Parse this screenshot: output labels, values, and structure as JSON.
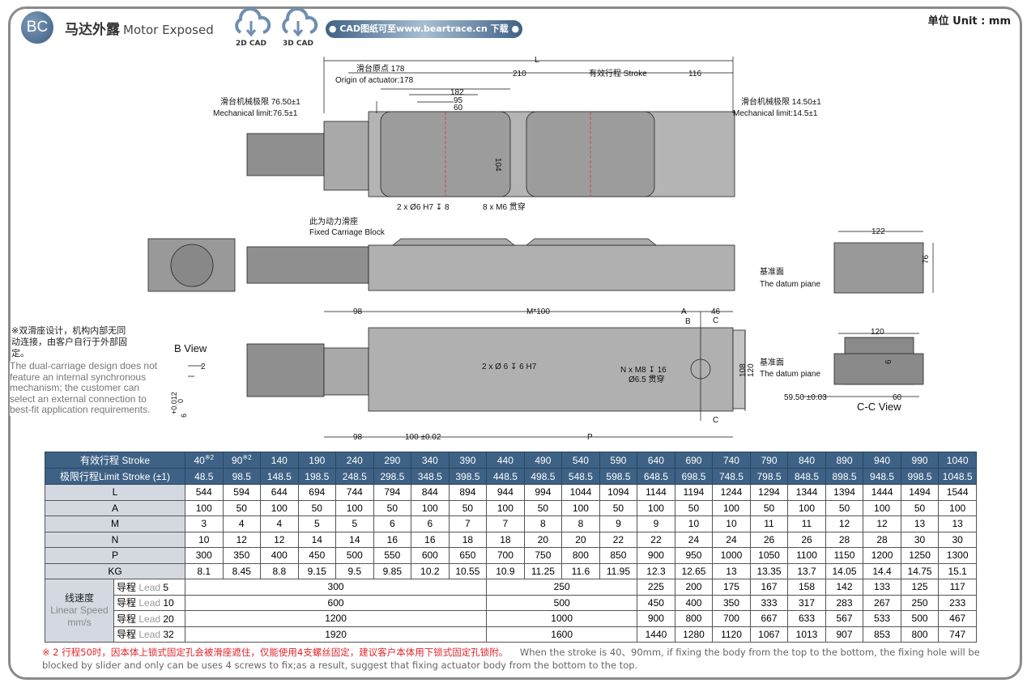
{
  "header": {
    "badge": "BC",
    "title_cn": "马达外露",
    "title_en": "Motor Exposed",
    "cad2d": "2D CAD",
    "cad3d": "3D CAD",
    "cad_link": "● CAD图纸可至www.beartrace.cn 下载 ●",
    "unit": "单位 Unit : mm"
  },
  "drawing": {
    "L": "L",
    "origin_cn": "滑台原点 178",
    "origin_en": "Origin of actuator:178",
    "d210": "210",
    "stroke": "有效行程 Stroke",
    "d116": "116",
    "d182": "182",
    "d95": "95",
    "d60": "60",
    "d104": "104",
    "mech_left_cn": "滑台机械极限 76.50±1",
    "mech_left_en": "Mechanical limit:76.5±1",
    "mech_right_cn": "滑台机械极限 14.50±1",
    "mech_right_en": "Mechanical limit:14.5±1",
    "pin": "2 x Ø6 H7 ↧ 8",
    "screw": "8 x M6 贯穿",
    "fixed_cn": "此为动力滑座",
    "fixed_en": "Fixed Carriage Block",
    "d122": "122",
    "d76": "76",
    "datum_cn": "基准面",
    "datum_en": "The datum piane",
    "d98a": "98",
    "m100": "M*100",
    "A": "A",
    "d46": "46",
    "B": "B",
    "C": "C",
    "pin2": "2 x Ø 6 ↧ 6 H7",
    "nm8": "N x M8 ↧ 16",
    "nm8b": "Ø6.5 贯穿",
    "d108": "108",
    "d120": "120",
    "d98b": "98",
    "d100": "100 ±0.02",
    "P": "P",
    "d120b": "120",
    "d5950": "59.50 ±0.03",
    "d60b": "60",
    "d6": "6",
    "ccview": "C-C View",
    "bview": "B View",
    "b2": "2",
    "btol": "+0.012",
    "b0": "0",
    "b6": "6"
  },
  "note_cn": "※双滑座设计，机构内部无同动连接，由客户自行于外部固定。",
  "note_en": "The dual-carriage design does not feature an internal synchronous mechanism; the customer can select an external connection to best-fit application requirements.",
  "table": {
    "stroke_label": "有效行程  Stroke",
    "strokes": [
      "40",
      "90",
      "140",
      "190",
      "240",
      "290",
      "340",
      "390",
      "440",
      "490",
      "540",
      "590",
      "640",
      "690",
      "740",
      "790",
      "840",
      "890",
      "940",
      "990",
      "1040"
    ],
    "stroke_sup": "※2",
    "limit_label": "极限行程Limit Stroke (±1)",
    "limit": [
      "48.5",
      "98.5",
      "148.5",
      "198.5",
      "248.5",
      "298.5",
      "348.5",
      "398.5",
      "448.5",
      "498.5",
      "548.5",
      "598.5",
      "648.5",
      "698.5",
      "748.5",
      "798.5",
      "848.5",
      "898.5",
      "948.5",
      "998.5",
      "1048.5"
    ],
    "rows": [
      {
        "label": "L",
        "values": [
          "544",
          "594",
          "644",
          "694",
          "744",
          "794",
          "844",
          "894",
          "944",
          "994",
          "1044",
          "1094",
          "1144",
          "1194",
          "1244",
          "1294",
          "1344",
          "1394",
          "1444",
          "1494",
          "1544"
        ]
      },
      {
        "label": "A",
        "values": [
          "100",
          "50",
          "100",
          "50",
          "100",
          "50",
          "100",
          "50",
          "100",
          "50",
          "100",
          "50",
          "100",
          "50",
          "100",
          "50",
          "100",
          "50",
          "100",
          "50",
          "100"
        ]
      },
      {
        "label": "M",
        "values": [
          "3",
          "4",
          "4",
          "5",
          "5",
          "6",
          "6",
          "7",
          "7",
          "8",
          "8",
          "9",
          "9",
          "10",
          "10",
          "11",
          "11",
          "12",
          "12",
          "13",
          "13"
        ]
      },
      {
        "label": "N",
        "values": [
          "10",
          "12",
          "12",
          "14",
          "14",
          "16",
          "16",
          "18",
          "18",
          "20",
          "20",
          "22",
          "22",
          "24",
          "24",
          "26",
          "26",
          "28",
          "28",
          "30",
          "30"
        ]
      },
      {
        "label": "P",
        "values": [
          "300",
          "350",
          "400",
          "450",
          "500",
          "550",
          "600",
          "650",
          "700",
          "750",
          "800",
          "850",
          "900",
          "950",
          "1000",
          "1050",
          "1100",
          "1150",
          "1200",
          "1250",
          "1300"
        ]
      },
      {
        "label": "KG",
        "values": [
          "8.1",
          "8.45",
          "8.8",
          "9.15",
          "9.5",
          "9.85",
          "10.2",
          "10.55",
          "10.9",
          "11.25",
          "11.6",
          "11.95",
          "12.3",
          "12.65",
          "13",
          "13.35",
          "13.7",
          "14.05",
          "14.4",
          "14.75",
          "15.1"
        ]
      }
    ],
    "speed_label_cn": "线速度",
    "speed_label_en": "Linear Speed mm/s",
    "speed": [
      {
        "lead_cn": "导程",
        "lead_en": "Lead",
        "lead_n": "5",
        "merged": [
          "300",
          "250"
        ],
        "values": [
          "225",
          "200",
          "175",
          "167",
          "158",
          "142",
          "133",
          "125",
          "117"
        ]
      },
      {
        "lead_cn": "导程",
        "lead_en": "Lead",
        "lead_n": "10",
        "merged": [
          "600",
          "500"
        ],
        "values": [
          "450",
          "400",
          "350",
          "333",
          "317",
          "283",
          "267",
          "250",
          "233"
        ]
      },
      {
        "lead_cn": "导程",
        "lead_en": "Lead",
        "lead_n": "20",
        "merged": [
          "1200",
          "1000"
        ],
        "values": [
          "900",
          "800",
          "700",
          "667",
          "633",
          "567",
          "533",
          "500",
          "467"
        ]
      },
      {
        "lead_cn": "导程",
        "lead_en": "Lead",
        "lead_n": "32",
        "merged": [
          "1920",
          "1600"
        ],
        "values": [
          "1440",
          "1280",
          "1120",
          "1067",
          "1013",
          "907",
          "853",
          "800",
          "747"
        ]
      }
    ]
  },
  "footnote": {
    "cn": "※ 2 行程50时，因本体上锁式固定孔会被滑座遮住，仅能使用4支螺丝固定，建议客户本体用下锁式固定孔锁附。",
    "en": "When the stroke is 40、90mm, if fixing the body from the top to the bottom, the fixing hole will be blocked by slider and only can be uses 4 screws to fix;as a result, suggest that fixing actuator body from the bottom to the top."
  },
  "colors": {
    "accent": "#3e6285",
    "label_bg": "#d4d9e1",
    "note_red": "#e0242a"
  }
}
